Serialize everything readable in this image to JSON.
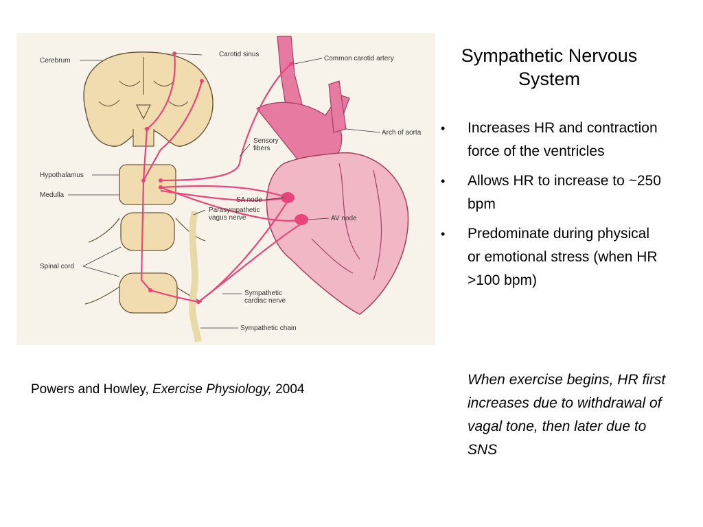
{
  "slide": {
    "title": "Sympathetic Nervous System",
    "bullets": [
      "Increases HR and contraction force of the ventricles",
      "Allows HR to increase to ~250 bpm",
      "Predominate during physical or emotional stress (when HR >100 bpm)"
    ],
    "bullet_marker": "•",
    "note": "When exercise begins, HR first increases due to withdrawal of vagal tone, then later due to SNS",
    "citation": {
      "authors": "Powers and Howley,",
      "book": "Exercise Physiology,",
      "year": "2004"
    }
  },
  "figure": {
    "labels": {
      "cerebrum": "Cerebrum",
      "carotid_sinus": "Carotid sinus",
      "common_carotid": "Common carotid artery",
      "arch_of_aorta": "Arch of aorta",
      "sensory_fibers_1": "Sensory",
      "sensory_fibers_2": "fibers",
      "hypothalamus": "Hypothalamus",
      "medulla": "Medulla",
      "sa_node": "SA node",
      "av_node": "AV node",
      "parasympathetic_1": "Parasympathetic",
      "parasympathetic_2": "vagus nerve",
      "spinal_cord": "Spinal cord",
      "sympathetic_cardiac_1": "Sympathetic",
      "sympathetic_cardiac_2": "cardiac nerve",
      "sympathetic_chain": "Sympathetic chain"
    },
    "colors": {
      "nerve": "#e8457a",
      "heart": "#f2b7c4",
      "artery": "#e77aa0",
      "brain": "#f1dcaf",
      "background": "#f8f3ea"
    }
  }
}
